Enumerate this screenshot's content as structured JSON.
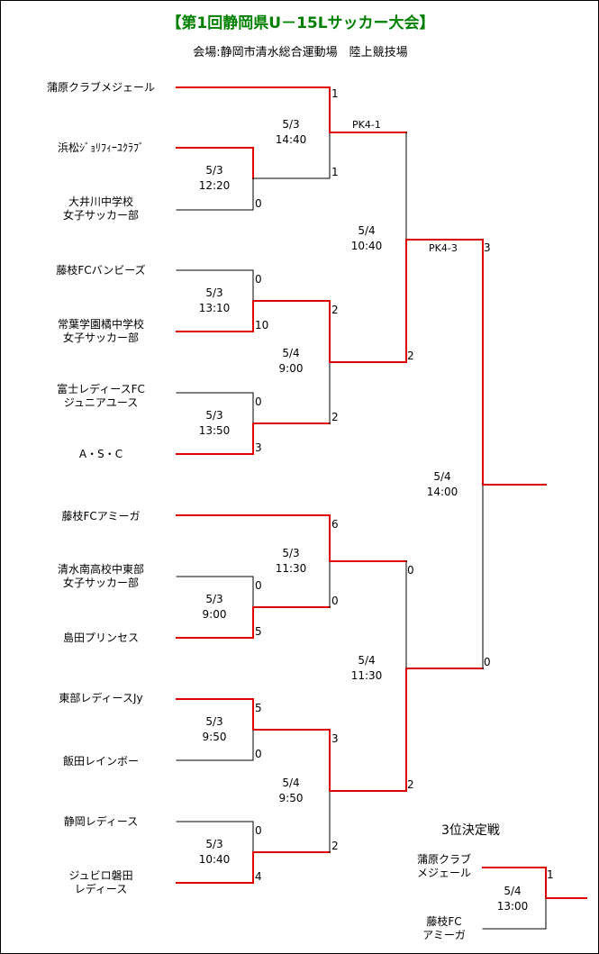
{
  "title": "【第1回静岡県U－15Lサッカー大会】",
  "venue": "会場:静岡市清水総合運動場　陸上競技場",
  "teams": [
    {
      "lines": [
        "蒲原クラブメジェール"
      ]
    },
    {
      "lines": [
        "浜松ｼﾞｮﾘﾌｨｰﾕｸﾗﾌﾞ"
      ]
    },
    {
      "lines": [
        "大井川中学校",
        "女子サッカー部"
      ]
    },
    {
      "lines": [
        "藤枝FCバンビーズ"
      ]
    },
    {
      "lines": [
        "常葉学園橘中学校",
        "女子サッカー部"
      ]
    },
    {
      "lines": [
        "富士レディースFC",
        "ジュニアユース"
      ]
    },
    {
      "lines": [
        "A・S・C"
      ]
    },
    {
      "lines": [
        "藤枝FCアミーガ"
      ]
    },
    {
      "lines": [
        "清水南高校中東部",
        "女子サッカー部"
      ]
    },
    {
      "lines": [
        "島田プリンセス"
      ]
    },
    {
      "lines": [
        "東部レディースJy"
      ]
    },
    {
      "lines": [
        "飯田レインボー"
      ]
    },
    {
      "lines": [
        "静岡レディース"
      ]
    },
    {
      "lines": [
        "ジュビロ磐田",
        "レディース"
      ]
    }
  ],
  "matches": [
    {
      "date": "5/3",
      "time": "12:20"
    },
    {
      "date": "5/3",
      "time": "14:40"
    },
    {
      "date": "5/3",
      "time": "13:10"
    },
    {
      "date": "5/3",
      "time": "13:50"
    },
    {
      "date": "5/4",
      "time": "9:00"
    },
    {
      "date": "5/4",
      "time": "10:40"
    },
    {
      "date": "5/3",
      "time": "9:00"
    },
    {
      "date": "5/3",
      "time": "11:30"
    },
    {
      "date": "5/3",
      "time": "9:50"
    },
    {
      "date": "5/3",
      "time": "10:40"
    },
    {
      "date": "5/4",
      "time": "9:50"
    },
    {
      "date": "5/4",
      "time": "11:30"
    },
    {
      "date": "5/4",
      "time": "14:00"
    },
    {
      "date": "5/4",
      "time": "13:00"
    }
  ],
  "scores": [
    "1",
    "1",
    "0",
    "0",
    "10",
    "2",
    "0",
    "3",
    "2",
    "2",
    "3",
    "6",
    "0",
    "0",
    "5",
    "0",
    "5",
    "0",
    "3",
    "0",
    "4",
    "2",
    "0",
    "2",
    "1"
  ],
  "pk": [
    "PK4-1",
    "PK4-3"
  ],
  "third_place": {
    "heading": "3位決定戦",
    "teams": [
      {
        "lines": [
          "蒲原クラブ",
          "メジェール"
        ]
      },
      {
        "lines": [
          "藤枝FC",
          "アミーガ"
        ]
      }
    ]
  },
  "colors": {
    "title": "#008000",
    "winner_line": "#e00000",
    "line": "#000000"
  }
}
